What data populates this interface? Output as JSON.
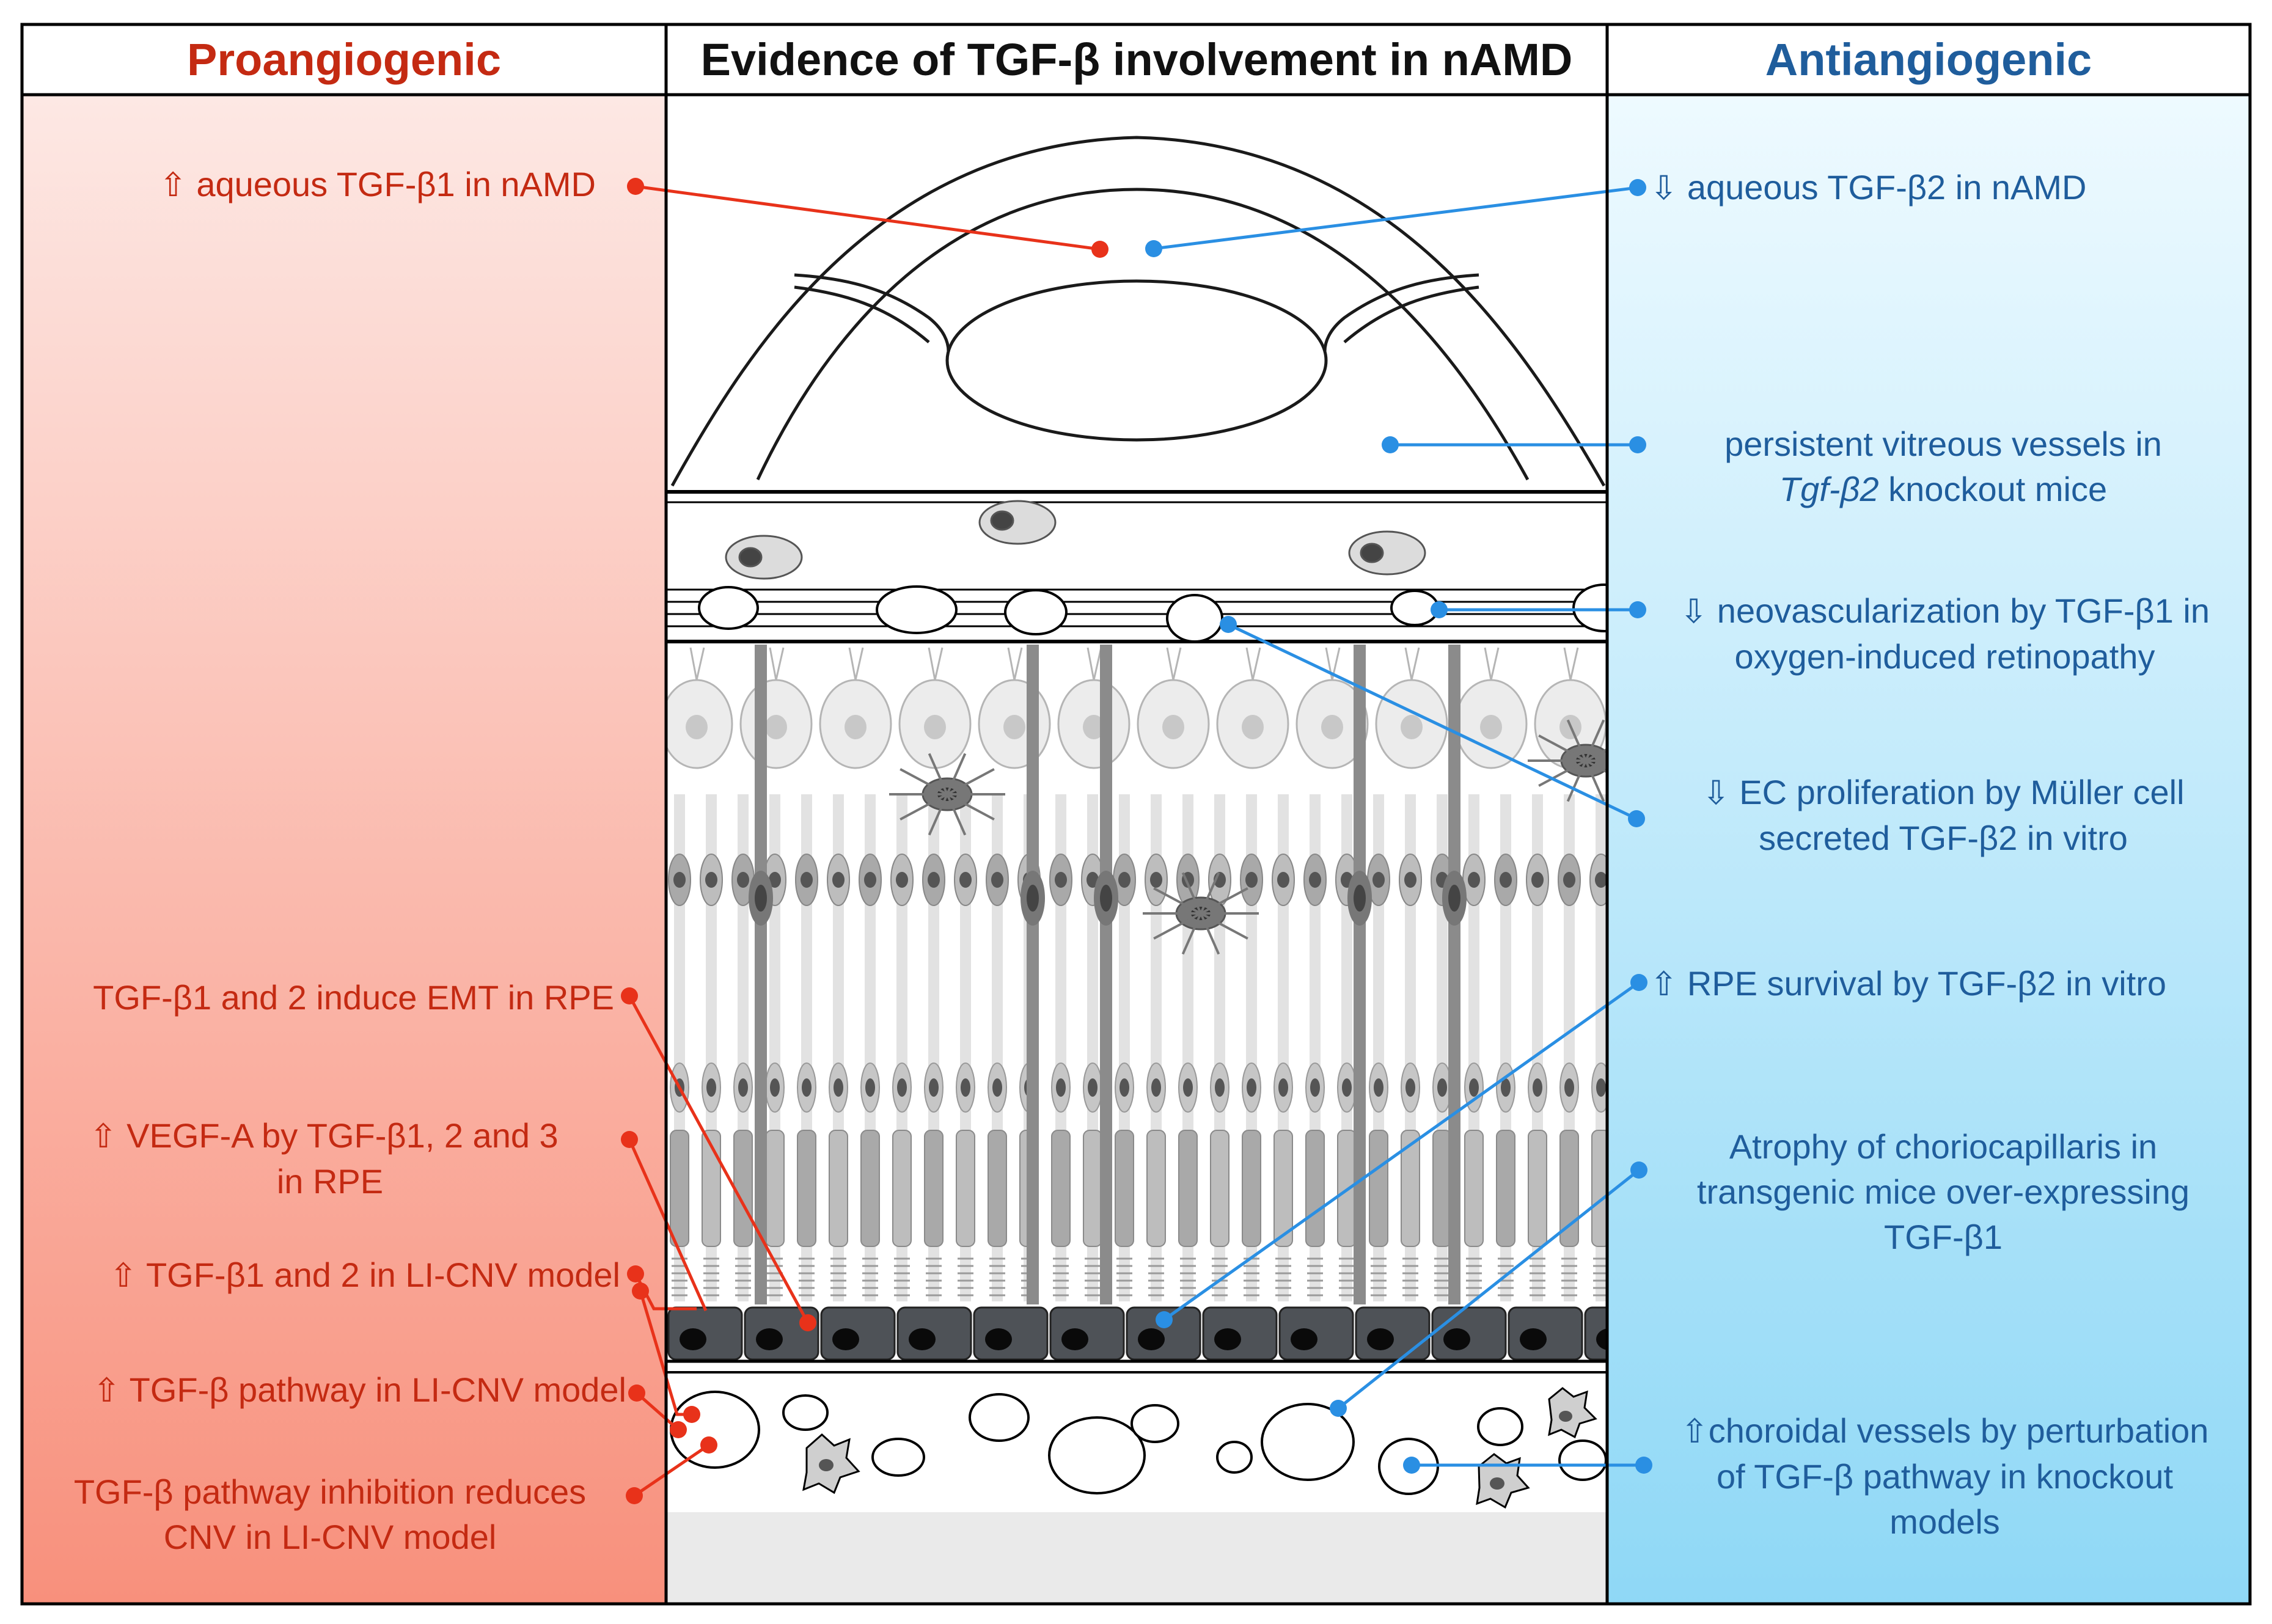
{
  "columns": {
    "left_header": "Proangiogenic",
    "center_header": "Evidence of TGF-β involvement in nAMD",
    "right_header": "Antiangiogenic"
  },
  "colors": {
    "proangiogenic_text": "#c42a12",
    "proangiogenic_line": "#e8321a",
    "antiangiogenic_text": "#1f5d9c",
    "antiangiogenic_line": "#2a8fe3",
    "left_bg_top": "#fde8e4",
    "left_bg_bottom": "#f8907c",
    "right_bg_top": "#eefaff",
    "right_bg_bottom": "#8fd8f6"
  },
  "icons": {
    "up": "⇧",
    "down": "⇩"
  },
  "left_labels": [
    {
      "prefix": "⇧",
      "text": "aqueous TGF-β1 in nAMD"
    },
    {
      "text": "TGF-β1 and 2 induce EMT in RPE"
    },
    {
      "prefix": "⇧",
      "line1": "VEGF-A by TGF-β1, 2 and 3",
      "line2": "in RPE"
    },
    {
      "prefix": "⇧",
      "text": "TGF-β1 and 2 in LI-CNV model"
    },
    {
      "prefix": "⇧",
      "text": "TGF-β pathway in LI-CNV model"
    },
    {
      "line1": "TGF-β pathway inhibition reduces",
      "line2": "CNV in LI-CNV model"
    }
  ],
  "right_labels": [
    {
      "prefix": "⇩",
      "text": "aqueous TGF-β2 in nAMD"
    },
    {
      "line1": "persistent  vitreous vessels in",
      "line2_italic": "Tgf-β2",
      "line2_rest": " knockout mice"
    },
    {
      "prefix": "⇩",
      "line1": "neovascularization by TGF-β1 in",
      "line2": "oxygen-induced retinopathy"
    },
    {
      "prefix": "⇩",
      "line1": "EC proliferation by Müller cell",
      "line2": "secreted TGF-β2 in vitro"
    },
    {
      "prefix": "⇧",
      "text": "RPE survival by TGF-β2 in vitro"
    },
    {
      "line1": "Atrophy of choriocapillaris in",
      "line2": "transgenic mice over-expressing",
      "line3": "TGF-β1"
    },
    {
      "prefix": "⇧",
      "line1": "choroidal vessels by perturbation",
      "line2": "of TGF-β pathway in knockout",
      "line3": "models"
    }
  ]
}
